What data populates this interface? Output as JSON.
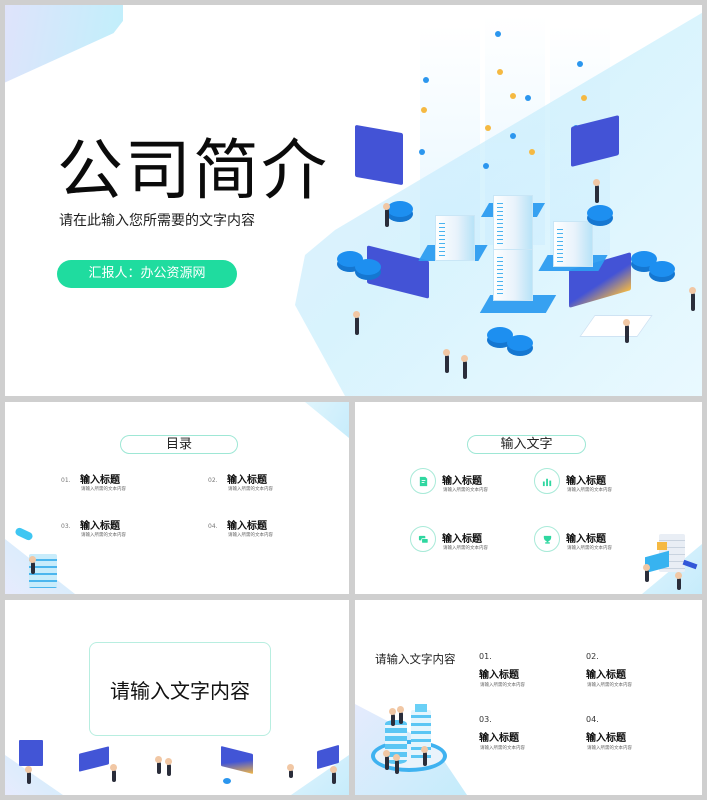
{
  "colors": {
    "frame": "#cfcfcf",
    "accent_green": "#1fdc9f",
    "outline_teal": "#9ee7d5",
    "illustration_blue": "#2d9cf0",
    "panel_indigo": "#4353d6",
    "dot_orange": "#f5b942"
  },
  "slide1": {
    "title": "公司简介",
    "subtitle": "请在此输入您所需要的文字内容",
    "reporter": "汇报人：办公资源网"
  },
  "slide2": {
    "heading": "目录",
    "items": [
      {
        "num": "01.",
        "title": "输入标题",
        "desc": "请输入所需的文本内容"
      },
      {
        "num": "02.",
        "title": "输入标题",
        "desc": "请输入所需的文本内容"
      },
      {
        "num": "03.",
        "title": "输入标题",
        "desc": "请输入所需的文本内容"
      },
      {
        "num": "04.",
        "title": "输入标题",
        "desc": "请输入所需的文本内容"
      }
    ]
  },
  "slide3": {
    "heading": "输入文字",
    "items": [
      {
        "icon": "document-edit-icon",
        "title": "输入标题",
        "desc": "请输入所需的文本内容"
      },
      {
        "icon": "bar-chart-icon",
        "title": "输入标题",
        "desc": "请输入所需的文本内容"
      },
      {
        "icon": "chat-bubbles-icon",
        "title": "输入标题",
        "desc": "请输入所需的文本内容"
      },
      {
        "icon": "trophy-icon",
        "title": "输入标题",
        "desc": "请输入所需的文本内容"
      }
    ]
  },
  "slide4": {
    "text": "请输入文字内容"
  },
  "slide5": {
    "heading": "请输入文字内容",
    "items": [
      {
        "num": "01.",
        "title": "输入标题",
        "desc": "请输入所需的文本内容"
      },
      {
        "num": "02.",
        "title": "输入标题",
        "desc": "请输入所需的文本内容"
      },
      {
        "num": "03.",
        "title": "输入标题",
        "desc": "请输入所需的文本内容"
      },
      {
        "num": "04.",
        "title": "输入标题",
        "desc": "请输入所需的文本内容"
      }
    ]
  }
}
